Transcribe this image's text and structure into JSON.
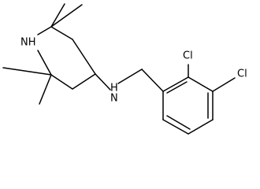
{
  "diagram": {
    "type": "chemical-structure",
    "atom_labels": {
      "ring_nitrogen": "NH",
      "amine_nitrogen": "H",
      "amine_nitrogen_n": "N",
      "chlorine_top": "Cl",
      "chlorine_right": "Cl"
    },
    "colors": {
      "bond": "#000000",
      "label": "#000000",
      "background": "#ffffff"
    }
  }
}
